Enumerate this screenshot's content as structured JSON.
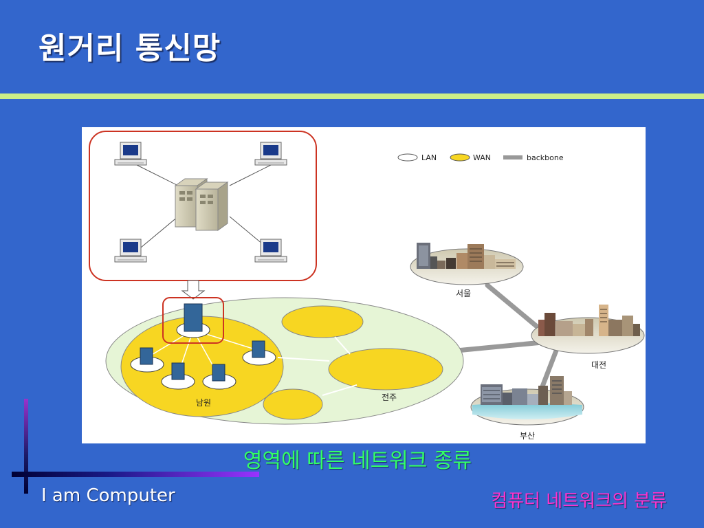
{
  "slide": {
    "title": "원거리 통신망",
    "caption": "영역에 따른 네트워크 종류",
    "footer_left": "I am Computer",
    "footer_right": "컴퓨터 네트워크의 분류"
  },
  "colors": {
    "background": "#3366cc",
    "title_rule": "#ccee88",
    "caption": "#33ff66",
    "footer_right": "#ff33cc",
    "wan": "#f7d622",
    "region": "#e6f5d6",
    "backbone": "#999999",
    "highlight_box": "#cc3322",
    "node": "#336699"
  },
  "diagram": {
    "legend": {
      "lan": "LAN",
      "wan": "WAN",
      "backbone": "backbone"
    },
    "regions": {
      "namwon": "남원",
      "jeonju": "전주"
    },
    "cities": {
      "seoul": "서울",
      "daejeon": "대전",
      "busan": "부산"
    },
    "icons": {
      "terminal": "desktop-terminal-icon",
      "server": "server-cabinet-icon",
      "arrow": "down-arrow-icon",
      "node": "network-node-icon",
      "city": "city-skyline-icon"
    }
  }
}
